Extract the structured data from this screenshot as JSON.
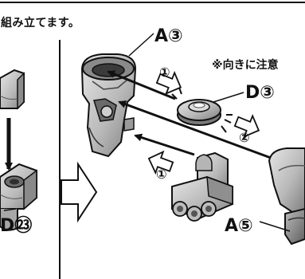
{
  "instruction": {
    "caption": "組み立てます。",
    "note": "※向きに注意"
  },
  "parts": {
    "a3": "A③",
    "d3": "D③",
    "a5": "A⑤",
    "d23": "D㉓"
  },
  "steps": {
    "step1_top": "①",
    "step2": "②",
    "step1_bottom": "①"
  },
  "colors": {
    "part_fill": "#c8c8c8",
    "part_shadow": "#8c8c8c",
    "part_dark": "#4a4a4a",
    "line": "#111111"
  },
  "icons": {
    "flow_arrow": "right-arrow-outline-icon",
    "assembly_arrow": "insert-arrow-icon"
  }
}
